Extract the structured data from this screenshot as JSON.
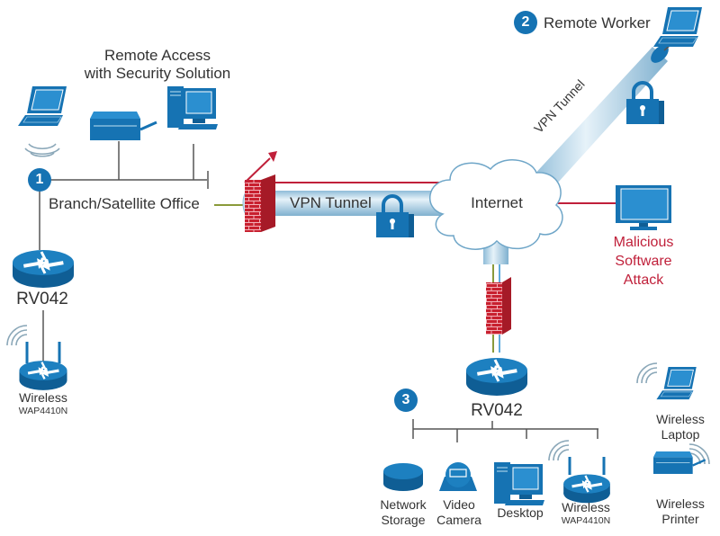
{
  "colors": {
    "device_blue": "#1673b3",
    "tunnel_light": "#b8d8ea",
    "firewall_red": "#c8202f",
    "attack_red": "#c0203a",
    "line_gray": "#555555",
    "line_olive": "#8a9a3a",
    "text": "#333333"
  },
  "left_site": {
    "title_line1": "Remote Access",
    "title_line2": "with Security Solution",
    "badge": "1",
    "label": "Branch/Satellite Office",
    "router_label": "RV042",
    "ap_label": "Wireless",
    "ap_model": "WAP4410N",
    "devices": [
      "laptop-icon",
      "printer-icon",
      "desktop-icon"
    ]
  },
  "remote_worker": {
    "badge": "2",
    "label": "Remote Worker",
    "tunnel_label": "VPN Tunnel"
  },
  "center": {
    "tunnel_label": "VPN Tunnel",
    "cloud_label": "Internet"
  },
  "attack": {
    "line1": "Malicious",
    "line2": "Software",
    "line3": "Attack"
  },
  "main_site": {
    "badge": "3",
    "router_label": "RV042",
    "devices": [
      {
        "line1": "Network",
        "line2": "Storage"
      },
      {
        "line1": "Video",
        "line2": "Camera"
      },
      {
        "line1": "Desktop",
        "line2": ""
      },
      {
        "line1": "Wireless",
        "line2": "WAP4410N"
      }
    ]
  },
  "wireless_clients": [
    {
      "line1": "Wireless",
      "line2": "Laptop"
    },
    {
      "line1": "Wireless",
      "line2": "Printer"
    }
  ]
}
